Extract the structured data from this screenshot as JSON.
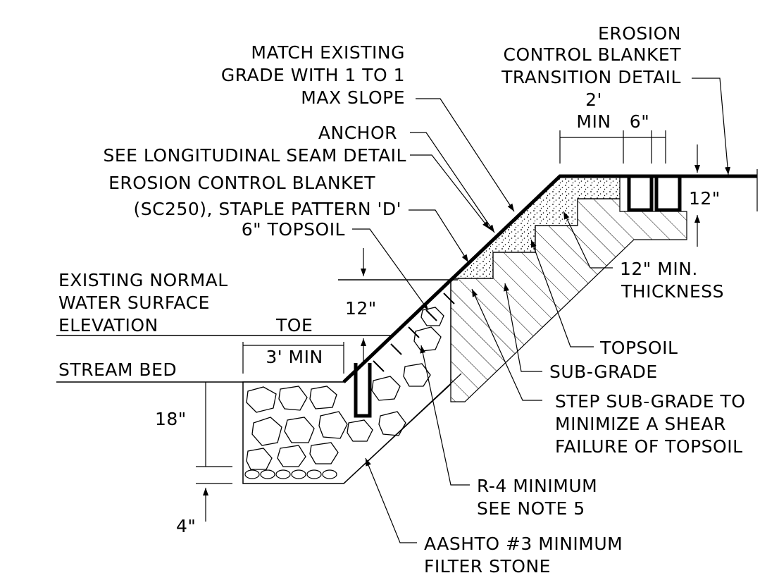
{
  "labels": {
    "ecb_transition_1": "EROSION",
    "ecb_transition_2": "CONTROL BLANKET",
    "ecb_transition_3": "TRANSITION DETAIL",
    "match_grade_1": "MATCH EXISTING",
    "match_grade_2": "GRADE WITH 1 TO 1",
    "match_grade_3": "MAX SLOPE",
    "anchor": "ANCHOR",
    "seam_detail": "SEE LONGITUDINAL SEAM DETAIL",
    "ecb_1": "EROSION CONTROL BLANKET",
    "ecb_2": "(SC250), STAPLE PATTERN 'D'",
    "topsoil_6": "6\" TOPSOIL",
    "water_1": "EXISTING NORMAL",
    "water_2": "WATER SURFACE",
    "water_3": "ELEVATION",
    "toe": "TOE",
    "stream_bed": "STREAM BED",
    "min_thickness_1": "12\" MIN.",
    "min_thickness_2": "THICKNESS",
    "topsoil": "TOPSOIL",
    "sub_grade": "SUB-GRADE",
    "step_1": "STEP SUB-GRADE TO",
    "step_2": "MINIMIZE A SHEAR",
    "step_3": "FAILURE OF TOPSOIL",
    "riprap_1": "R-4 MINIMUM",
    "riprap_2": "SEE NOTE 5",
    "filter_1": "AASHTO #3 MINIMUM",
    "filter_2": "FILTER STONE"
  },
  "dimensions": {
    "two_ft": "2'",
    "min": "MIN",
    "six_in": "6\"",
    "twelve_in_top": "12\"",
    "twelve_in_left": "12\"",
    "three_ft_min": "3' MIN",
    "eighteen_in": "18\"",
    "four_in": "4\""
  }
}
